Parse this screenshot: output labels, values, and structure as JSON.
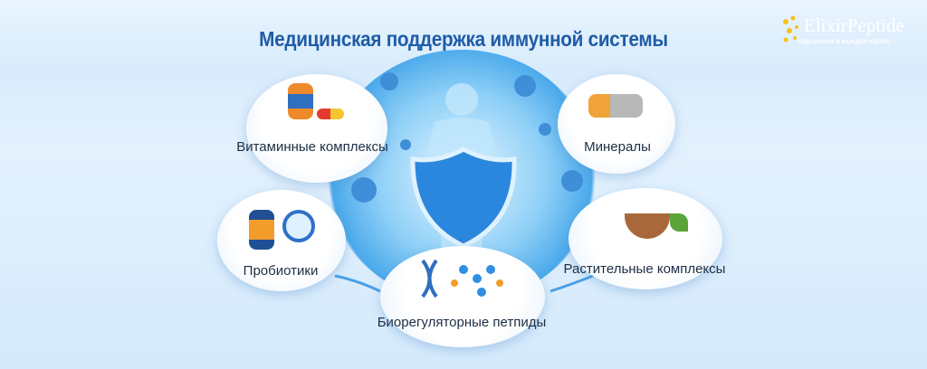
{
  "title": "Медицинская поддержка иммунной системы",
  "logo": {
    "name": "ElixirPeptide",
    "tagline": "ЧУДО НАУКИ В КАЖДОЙ КАПЛЕ"
  },
  "items": [
    {
      "label": "Витаминные комплексы",
      "icon": "vitamin-bottle-pills"
    },
    {
      "label": "Минералы",
      "icon": "mineral-stones"
    },
    {
      "label": "Пробиотики",
      "icon": "probiotic-jar-magnifier"
    },
    {
      "label": "Растительные комплексы",
      "icon": "herbal-mortar"
    },
    {
      "label": "Биорегуляторные петпиды",
      "icon": "dna-molecule"
    }
  ],
  "center": {
    "icon": "human-figure-shield"
  },
  "colors": {
    "title": "#1e5ca6",
    "accent": "#2f8fe0"
  }
}
